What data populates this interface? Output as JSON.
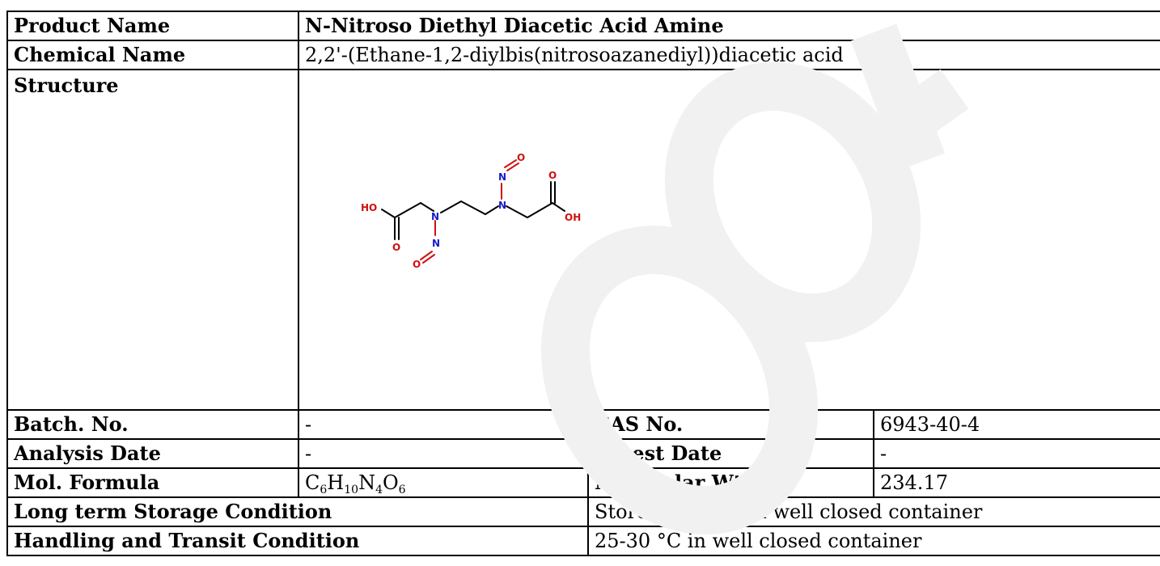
{
  "product_name": {
    "label": "Product Name",
    "value": "N-Nitroso Diethyl Diacetic Acid Amine"
  },
  "chemical_name": {
    "label": "Chemical Name",
    "value": "2,2'-(Ethane-1,2-diylbis(nitrosoazanediyl))diacetic acid"
  },
  "structure": {
    "label": "Structure",
    "atoms": {
      "ho_left": "HO",
      "oh_right": "OH",
      "o": "O",
      "n": "N"
    }
  },
  "batch_no": {
    "label": "Batch. No.",
    "value": "-"
  },
  "cas_no": {
    "label": "CAS No.",
    "value": "6943-40-4"
  },
  "analysis_date": {
    "label": "Analysis Date",
    "value": "-"
  },
  "retest_date": {
    "label": "Retest Date",
    "value": "-"
  },
  "mol_formula": {
    "label": "Mol. Formula",
    "parts": [
      {
        "el": "C",
        "n": "6"
      },
      {
        "el": "H",
        "n": "10"
      },
      {
        "el": "N",
        "n": "4"
      },
      {
        "el": "O",
        "n": "6"
      }
    ]
  },
  "molecular_wt": {
    "label": "Molecular Wt.",
    "value": "234.17"
  },
  "long_term_storage": {
    "label": "Long term Storage Condition",
    "value": "Store at 2-8 °C in well closed container"
  },
  "handling_transit": {
    "label": "Handling and Transit Condition",
    "value": "25-30 °C in well closed container"
  },
  "colors": {
    "oxygen": "#d01010",
    "nitrogen": "#1a1acc",
    "bond": "#000000",
    "watermark": "#f2f2f2"
  }
}
